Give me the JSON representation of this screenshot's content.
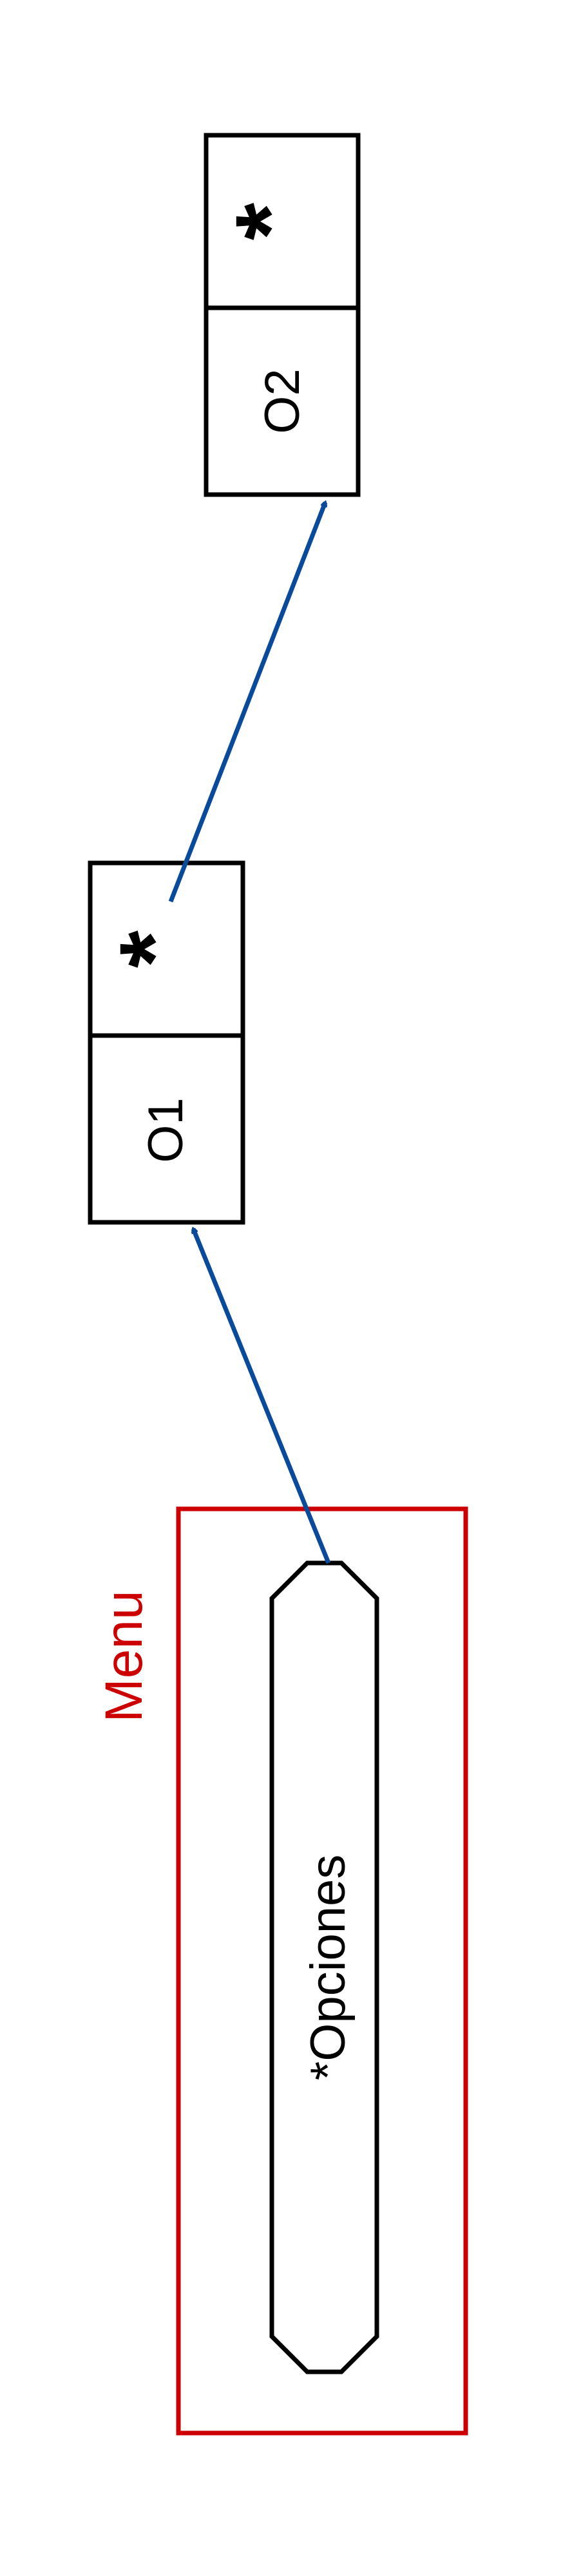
{
  "frame": {
    "label": "Menu",
    "color": "#cc0000"
  },
  "pointer": {
    "label": "*Opciones"
  },
  "nodes": [
    {
      "id": "o1",
      "label": "O1",
      "pointer_glyph": "*"
    },
    {
      "id": "o2",
      "label": "O2",
      "pointer_glyph": "*"
    }
  ],
  "colors": {
    "arrow": "#0a4a9a",
    "outline": "#000000",
    "text": "#000000"
  }
}
